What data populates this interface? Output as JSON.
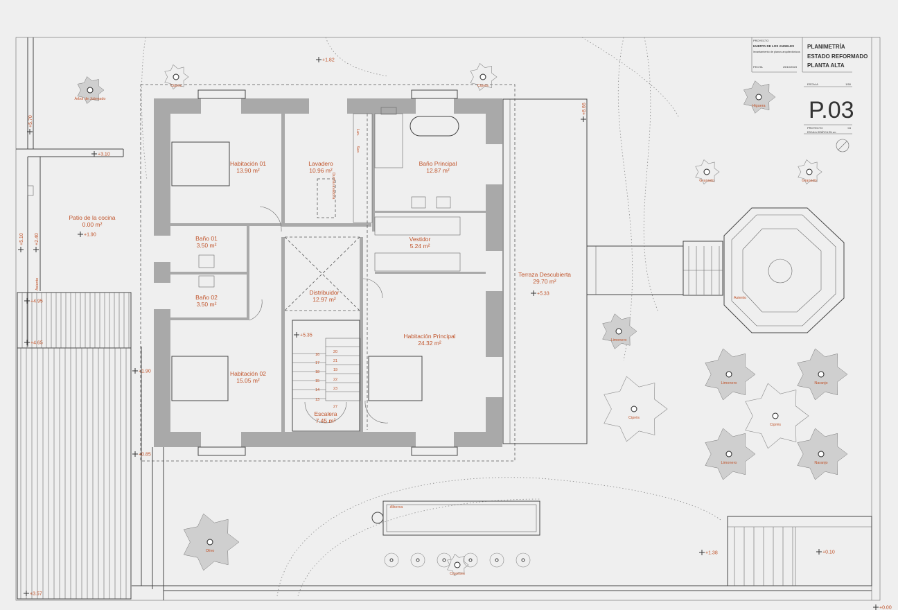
{
  "title_block": {
    "label1": "PROYECTO",
    "project": "HUERTA DE LOS ANGELES",
    "subtitle": "levantamiento de planos arquitectónicos",
    "label2": "FECHA",
    "date": "25/10/2023",
    "heading": [
      "PLANIMETRÍA",
      "ESTADO REFORMADO",
      "PLANTA ALTA"
    ],
    "scale_label": "ESCALA",
    "scale": "1/50",
    "sheet": "P.03",
    "code_label": "PROYECTO",
    "code": "04",
    "note": "ESCALA GRÁFICA EN cm"
  },
  "rooms": [
    {
      "name": "Habitación 01",
      "area": "13.90 m²"
    },
    {
      "name": "Lavadero",
      "area": "10.96 m²"
    },
    {
      "name": "Baño Principal",
      "area": "12.87 m²"
    },
    {
      "name": "Patio de la cocina",
      "area": "0.00 m²"
    },
    {
      "name": "Baño 01",
      "area": "3.50 m²"
    },
    {
      "name": "Vestidor",
      "area": "5.24 m²"
    },
    {
      "name": "Baño 02",
      "area": "3.50 m²"
    },
    {
      "name": "Distribuidor",
      "area": "12.97 m²"
    },
    {
      "name": "Terraza Descubierta",
      "area": "29.70 m²"
    },
    {
      "name": "Habitación Principal",
      "area": "24.32 m²"
    },
    {
      "name": "Habitación 02",
      "area": "15.05 m²"
    },
    {
      "name": "Escalera",
      "area": "7.45 m²"
    }
  ],
  "levels": [
    "+1.82",
    "+3.10",
    "+1.90",
    "+5.35",
    "+5.33",
    "+1.90",
    "+0.85",
    "+1.38",
    "+0.10",
    "+3.57",
    "+0.00",
    "+4.95",
    "+4.65",
    "+8.66",
    "+5.70",
    "+5.10",
    "+2.40"
  ],
  "trees": [
    "Ciprés",
    "Ciprés",
    "Árbol de Jobreado",
    "Higuera",
    "Granado",
    "Granado",
    "Limonero",
    "Limonero",
    "Naranjo",
    "Ciprés",
    "Ciprés",
    "Limonero",
    "Naranjo",
    "Olivo",
    "Cipreses"
  ],
  "labels": {
    "alberca": "Alberca",
    "asiento1": "Asiento",
    "asiento2": "Asiento",
    "lav1": "Lav.",
    "sec": "Sec.",
    "ducha": "Ducha lavadora"
  },
  "stairs": {
    "left": [
      "16",
      "17",
      "18",
      "15",
      "14",
      "13"
    ],
    "right": [
      "20",
      "21",
      "19",
      "22",
      "23",
      "27"
    ]
  }
}
